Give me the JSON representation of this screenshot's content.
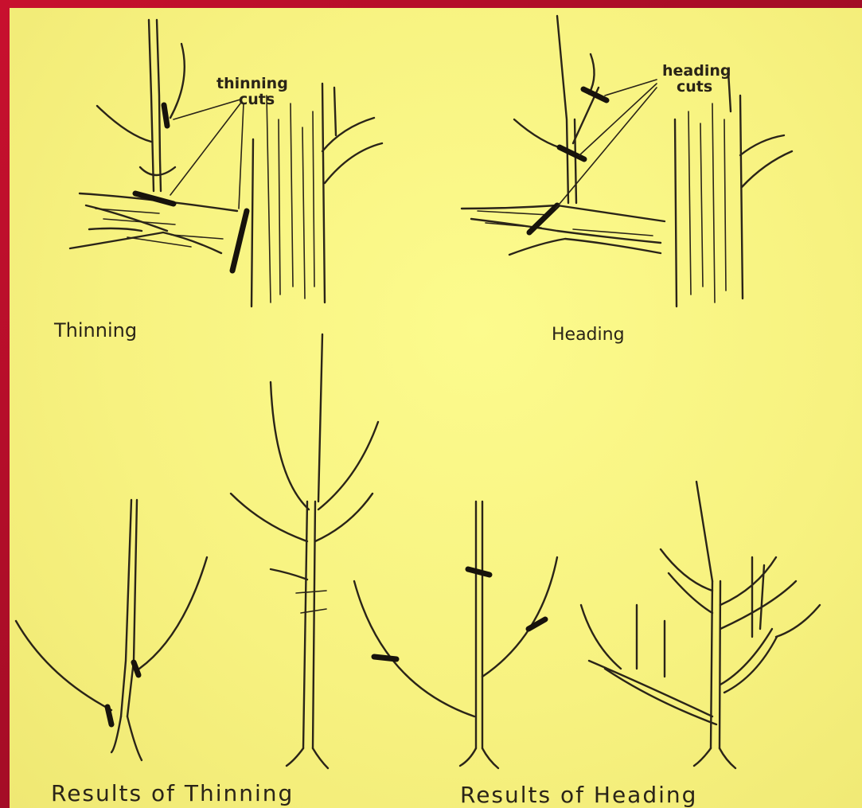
{
  "panels": {
    "thinning": {
      "annotation_line1": "thinning",
      "annotation_line2": "cuts",
      "caption": "Thinning"
    },
    "heading": {
      "annotation_line1": "heading",
      "annotation_line2": "cuts",
      "caption": "Heading"
    },
    "results_thinning": {
      "caption": "Results of Thinning"
    },
    "results_heading": {
      "caption": "Results of Heading"
    }
  },
  "colors": {
    "background": "#c8102e",
    "paper": "#f9f484",
    "ink": "#2a2418"
  }
}
